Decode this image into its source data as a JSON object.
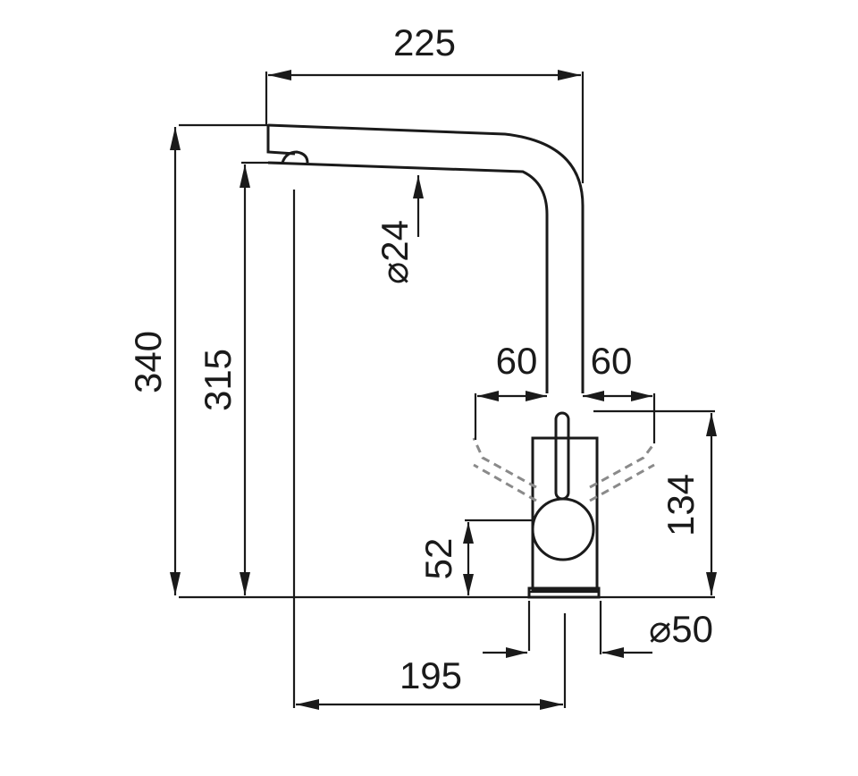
{
  "dimensions": {
    "spout_reach": "225",
    "total_height": "340",
    "spout_height": "315",
    "spout_diameter": "⌀24",
    "lever_left_swing": "60",
    "lever_right_swing": "60",
    "body_height": "134",
    "handle_height": "52",
    "base_diameter": "⌀50",
    "hole_offset": "195"
  },
  "colors": {
    "line": "#1a1a1a",
    "dashed_outline": "#8a8a8a",
    "background": "#ffffff"
  }
}
